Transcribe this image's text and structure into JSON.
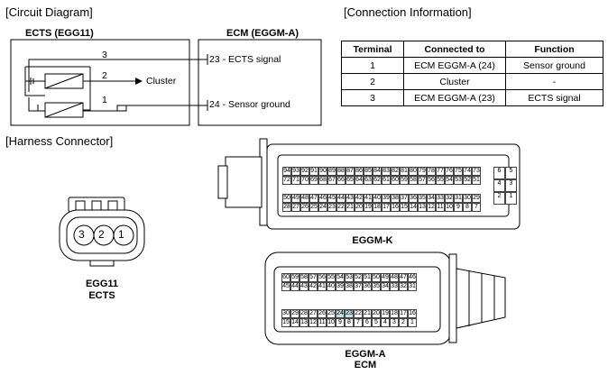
{
  "circuit": {
    "heading": "[Circuit Diagram]",
    "ects_label": "ECTS (EGG11)",
    "ecm_label": "ECM (EGGM-A)",
    "pin3": "3",
    "pin2": "2",
    "pin1": "1",
    "cluster": "Cluster",
    "sig23": "23 - ECTS signal",
    "sig24": "24 - Sensor ground"
  },
  "connection": {
    "heading": "[Connection Information]",
    "headers": [
      "Terminal",
      "Connected to",
      "Function"
    ],
    "rows": [
      [
        "1",
        "ECM EGGM-A (24)",
        "Sensor ground"
      ],
      [
        "2",
        "Cluster",
        "-"
      ],
      [
        "3",
        "ECM EGGM-A (23)",
        "ECTS signal"
      ]
    ]
  },
  "harness": {
    "heading": "[Harness Connector]",
    "egg11": {
      "pins": [
        "3",
        "2",
        "1"
      ],
      "name": "EGG11",
      "sub": "ECTS"
    },
    "eggm_k": {
      "name": "EGGM-K",
      "row1": [
        "94",
        "93",
        "92",
        "91",
        "90",
        "89",
        "88",
        "87",
        "86",
        "85",
        "84",
        "83",
        "82",
        "81",
        "80",
        "79",
        "78",
        "77",
        "76",
        "75",
        "74",
        "73"
      ],
      "row2": [
        "72",
        "71",
        "70",
        "69",
        "68",
        "67",
        "66",
        "65",
        "64",
        "63",
        "62",
        "61",
        "60",
        "59",
        "58",
        "57",
        "56",
        "55",
        "54",
        "53",
        "52",
        "51"
      ],
      "row3": [
        "50",
        "49",
        "48",
        "47",
        "46",
        "45",
        "44",
        "43",
        "42",
        "41",
        "40",
        "39",
        "38",
        "37",
        "36",
        "35",
        "34",
        "33",
        "32",
        "31",
        "30",
        "29"
      ],
      "row4": [
        "28",
        "27",
        "26",
        "25",
        "24",
        "23",
        "22",
        "21",
        "20",
        "19",
        "18",
        "17",
        "16",
        "15",
        "14",
        "13",
        "12",
        "11",
        "10",
        "9",
        "8",
        "7"
      ],
      "side": [
        "6",
        "5",
        "4",
        "3",
        "2",
        "1"
      ]
    },
    "eggm_a": {
      "name": "EGGM-A",
      "sub": "ECM",
      "row1": [
        "60",
        "59",
        "58",
        "57",
        "56",
        "55",
        "54",
        "53",
        "52",
        "51",
        "50",
        "49",
        "48",
        "47",
        "46"
      ],
      "row2": [
        "45",
        "44",
        "43",
        "42",
        "41",
        "40",
        "39",
        "38",
        "37",
        "36",
        "35",
        "34",
        "33",
        "32",
        "31"
      ],
      "row3": [
        "30",
        "29",
        "28",
        "27",
        "26",
        "25",
        "24",
        "23",
        "22",
        "21",
        "20",
        "19",
        "18",
        "17",
        "16"
      ],
      "row4": [
        "15",
        "14",
        "13",
        "12",
        "11",
        "10",
        "9",
        "8",
        "7",
        "6",
        "5",
        "4",
        "3",
        "2",
        "1"
      ],
      "highlight": [
        "24",
        "23"
      ],
      "highlight_color": "#bfe3e0"
    }
  }
}
